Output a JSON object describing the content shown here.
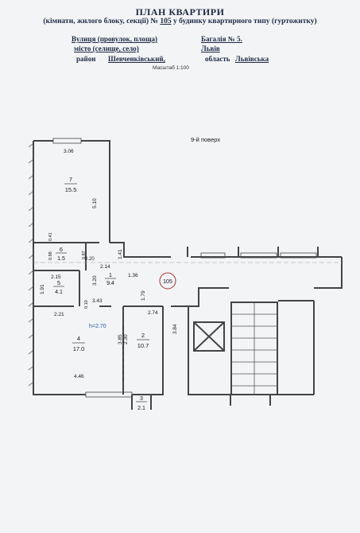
{
  "header": {
    "title": "ПЛАН КВАРТИРИ",
    "subtitle_prefix": "(кімнати, жилого блоку, секції) №",
    "subtitle_number": "105",
    "subtitle_suffix": "у будинку квартирного типу (гуртожитку)",
    "street_label": "Вулиця (провулок, площа)",
    "street_value": "Багалія  № 5.",
    "city_label": "місто (селище, село)",
    "city_value": "Львів",
    "district_label": "район",
    "district_value": "Шевченківський,",
    "region_label": "область",
    "region_value": "Львівська"
  },
  "scale": "Масштаб 1:100",
  "floor": "9-й поверх",
  "apartment_number": "105",
  "rooms": [
    {
      "num": "7",
      "area": "15.5"
    },
    {
      "num": "6",
      "area": "1.5"
    },
    {
      "num": "5",
      "area": "4.1"
    },
    {
      "num": "1",
      "area": "9.4"
    },
    {
      "num": "4",
      "area": "17.0"
    },
    {
      "num": "2",
      "area": "10.7"
    },
    {
      "num": "3",
      "area": "2.1"
    }
  ],
  "dims": {
    "d306": "3.06",
    "d510": "5.10",
    "d041": "0.41",
    "d088": "0.88",
    "d087": "0.87",
    "d020": "0.20",
    "d141": "1.41",
    "d214": "2.14",
    "d136": "1.36",
    "d215": "2.15",
    "d320": "3.20",
    "d191": "1.91",
    "d010": "0.10",
    "d343": "3.43",
    "d179": "1.79",
    "d221": "2.21",
    "d274": "2.74",
    "h270": "h=2.70",
    "d385": "3.85",
    "d230": "2.30",
    "d384": "3.84",
    "d446": "4.46"
  },
  "colors": {
    "ink": "#1d2a44",
    "wall": "#444444",
    "blue": "#2a5ca8",
    "red": "#b03030"
  }
}
